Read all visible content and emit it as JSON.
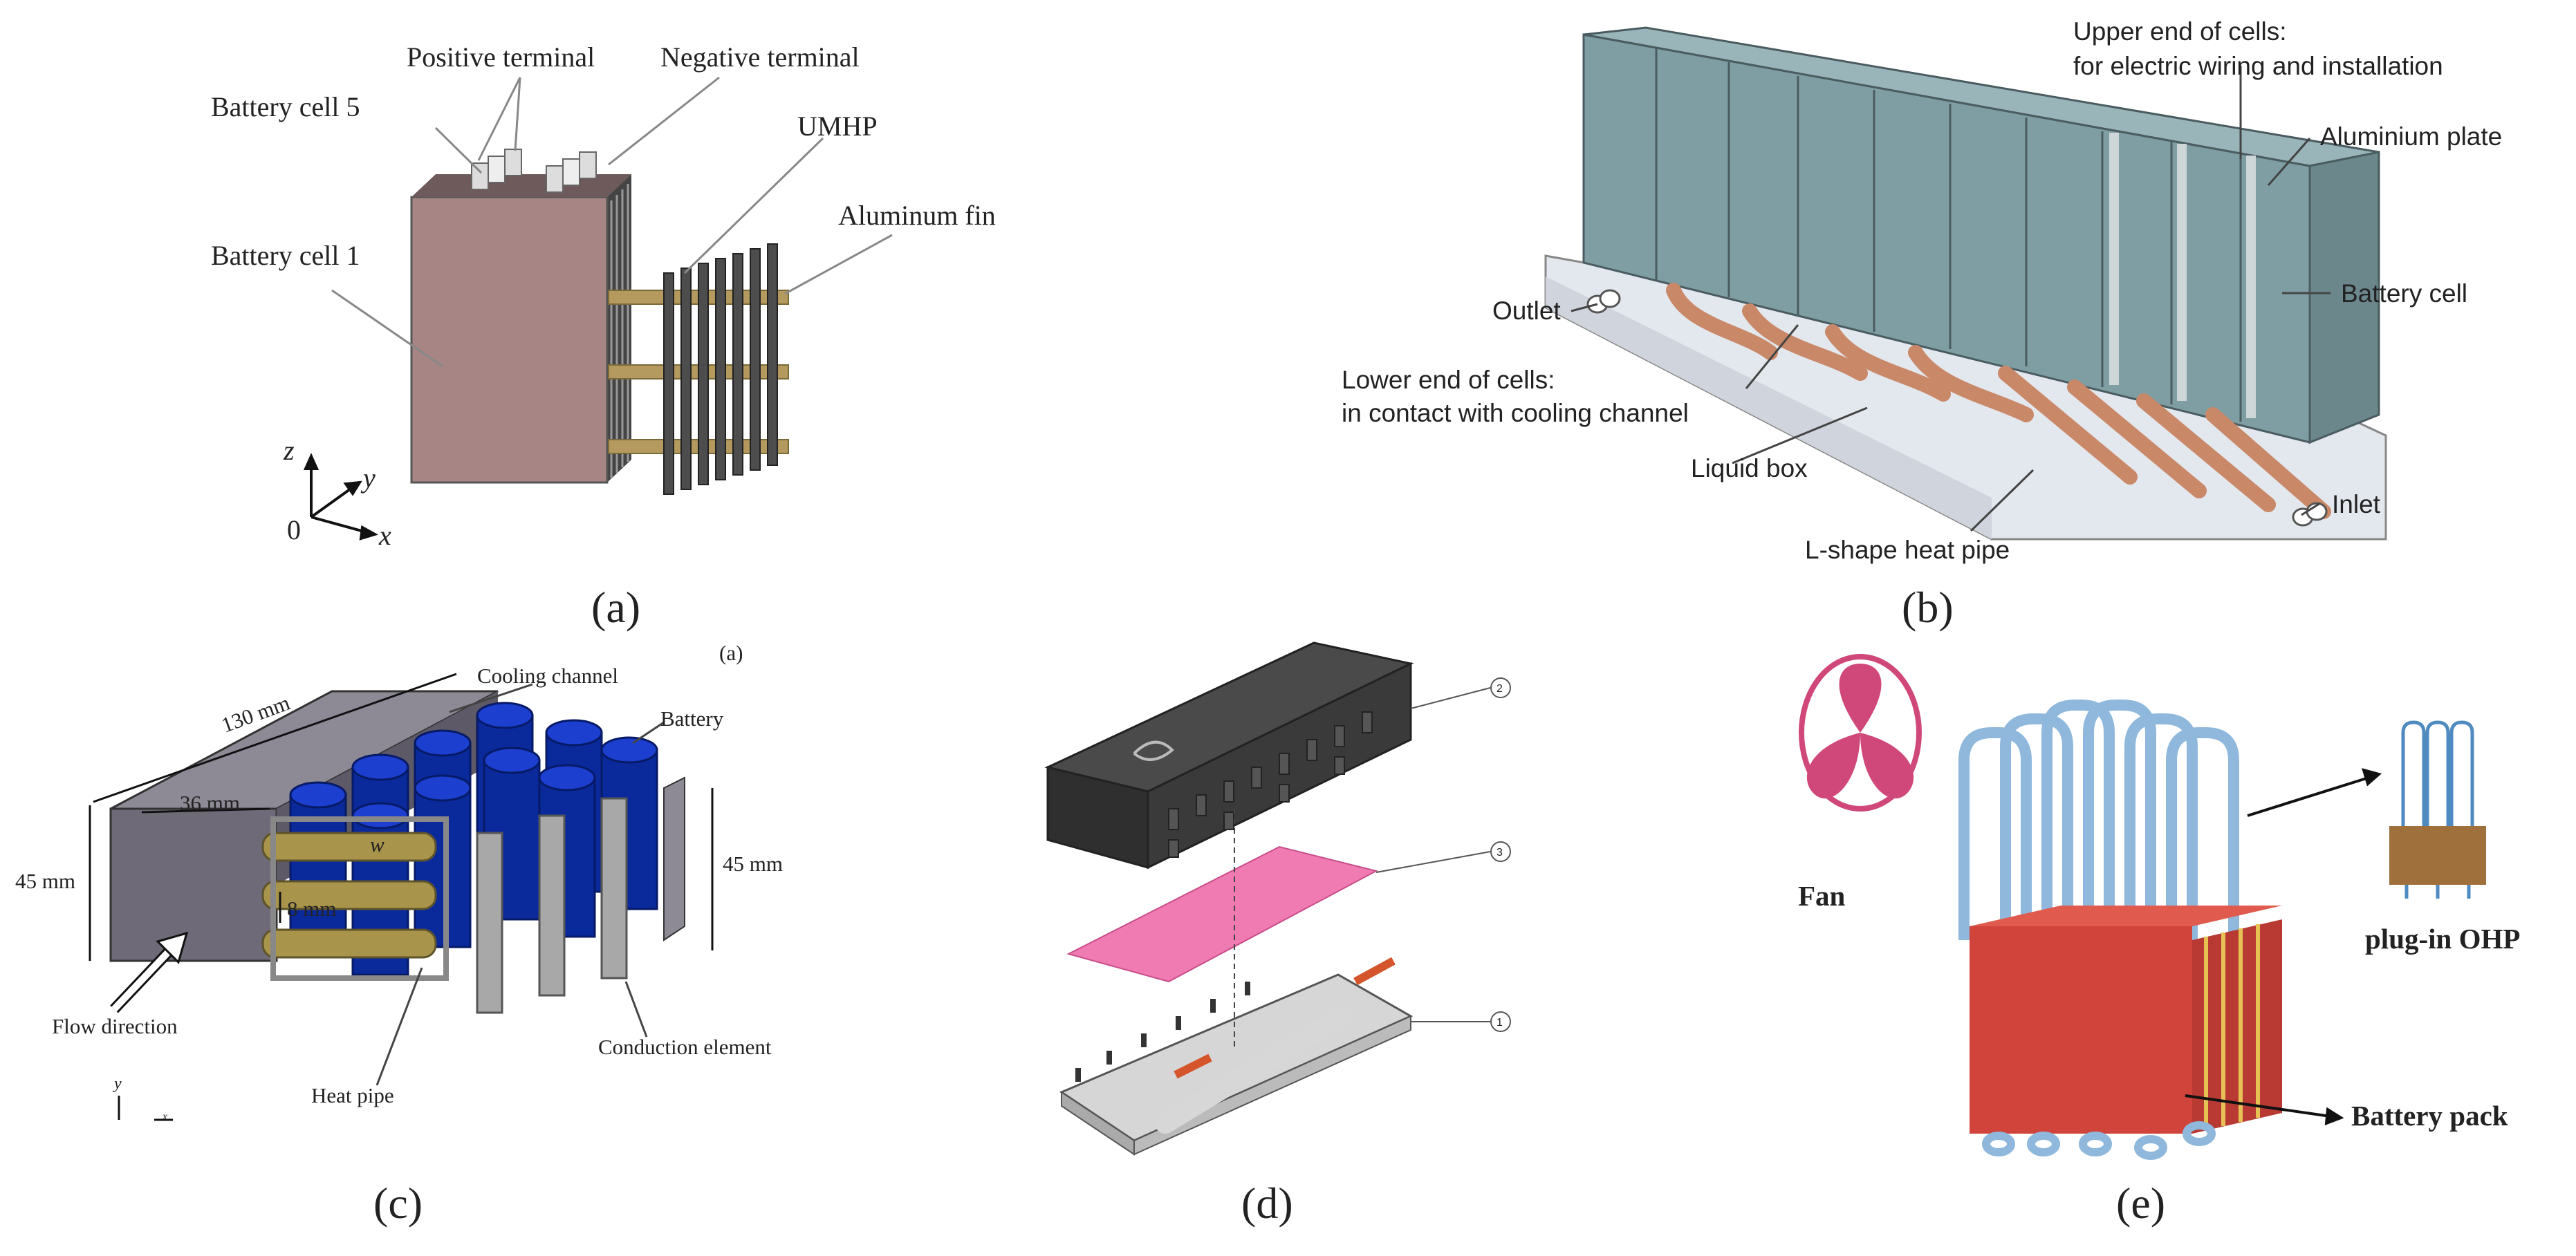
{
  "panels": {
    "a": {
      "caption": "(a)",
      "labels": {
        "positive_terminal": "Positive terminal",
        "negative_terminal": "Negative terminal",
        "battery_cell_5": "Battery cell 5",
        "umhp": "UMHP",
        "aluminum_fin": "Aluminum fin",
        "battery_cell_1": "Battery cell 1"
      },
      "axes": {
        "z": "z",
        "y": "y",
        "x": "x",
        "origin": "0"
      },
      "colors": {
        "cell": "#a78585",
        "heat_pipe": "#b49a5e",
        "fin": "#555555"
      }
    },
    "b": {
      "caption": "(b)",
      "labels": {
        "upper_end_line1": "Upper end of cells:",
        "upper_end_line2": "for electric wiring and installation",
        "aluminium_plate": "Aluminium plate",
        "battery_cell": "Battery cell",
        "outlet": "Outlet",
        "lower_end_line1": "Lower end of cells:",
        "lower_end_line2": "in contact with cooling channel",
        "liquid_box": "Liquid box",
        "inlet": "Inlet",
        "l_shape_heat_pipe": "L-shape heat pipe"
      },
      "colors": {
        "cell": "#7f9ea3",
        "pipe": "#c98868",
        "box": "#dfe4ea"
      }
    },
    "c": {
      "caption": "(c)",
      "sub_label": "(a)",
      "labels": {
        "cooling_channel": "Cooling channel",
        "battery": "Battery",
        "dim_130": "130 mm",
        "dim_36": "36 mm",
        "dim_45_left": "45 mm",
        "dim_45_right": "45 mm",
        "dim_w": "w",
        "dim_8": "8 mm",
        "flow_direction": "Flow direction",
        "conduction_element": "Conduction element",
        "heat_pipe": "Heat pipe"
      },
      "axes": {
        "y": "y",
        "x": "x"
      },
      "colors": {
        "battery": "#0a2a9c",
        "channel": "#6e6a78",
        "heat_pipe": "#a8944a"
      }
    },
    "d": {
      "caption": "(d)",
      "callouts": [
        "2",
        "3",
        "1"
      ],
      "colors": {
        "module": "#3b3b3b",
        "pad": "#f07ab2",
        "plate": "#d6d6d6",
        "pipe_end": "#d4552b"
      }
    },
    "e": {
      "caption": "(e)",
      "labels": {
        "fan": "Fan",
        "plug_in_ohp": "plug-in OHP",
        "battery_pack": "Battery pack"
      },
      "colors": {
        "fan": "#d0487a",
        "pack": "#d0443c",
        "ohp": "#8fb8dc",
        "plug_base": "#a0703c"
      }
    }
  }
}
